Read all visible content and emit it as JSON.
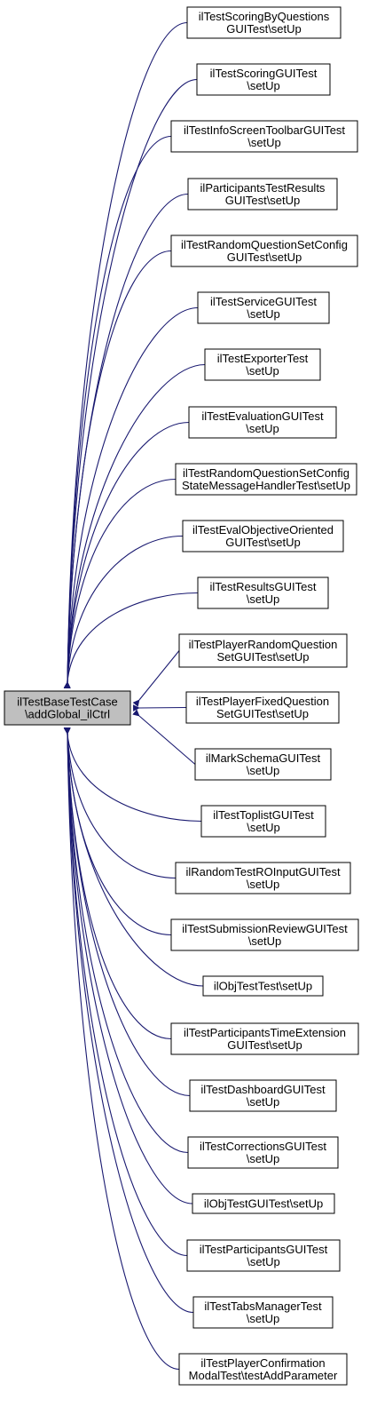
{
  "colors": {
    "edge": "#191970",
    "root_fill": "#bfbfbf",
    "node_fill": "#ffffff",
    "node_stroke": "#000000"
  },
  "root": {
    "lines": [
      "ilTestBaseTestCase",
      "\\addGlobal_ilCtrl"
    ]
  },
  "nodes": [
    {
      "lines": [
        "ilTestScoringByQuestions",
        "GUITest\\setUp"
      ]
    },
    {
      "lines": [
        "ilTestScoringGUITest",
        "\\setUp"
      ]
    },
    {
      "lines": [
        "ilTestInfoScreenToolbarGUITest",
        "\\setUp"
      ]
    },
    {
      "lines": [
        "ilParticipantsTestResults",
        "GUITest\\setUp"
      ]
    },
    {
      "lines": [
        "ilTestRandomQuestionSetConfig",
        "GUITest\\setUp"
      ]
    },
    {
      "lines": [
        "ilTestServiceGUITest",
        "\\setUp"
      ]
    },
    {
      "lines": [
        "ilTestExporterTest",
        "\\setUp"
      ]
    },
    {
      "lines": [
        "ilTestEvaluationGUITest",
        "\\setUp"
      ]
    },
    {
      "lines": [
        "ilTestRandomQuestionSetConfig",
        "StateMessageHandlerTest\\setUp"
      ]
    },
    {
      "lines": [
        "ilTestEvalObjectiveOriented",
        "GUITest\\setUp"
      ]
    },
    {
      "lines": [
        "ilTestResultsGUITest",
        "\\setUp"
      ]
    },
    {
      "lines": [
        "ilTestPlayerRandomQuestion",
        "SetGUITest\\setUp"
      ]
    },
    {
      "lines": [
        "ilTestPlayerFixedQuestion",
        "SetGUITest\\setUp"
      ]
    },
    {
      "lines": [
        "ilMarkSchemaGUITest",
        "\\setUp"
      ]
    },
    {
      "lines": [
        "ilTestToplistGUITest",
        "\\setUp"
      ]
    },
    {
      "lines": [
        "ilRandomTestROInputGUITest",
        "\\setUp"
      ]
    },
    {
      "lines": [
        "ilTestSubmissionReviewGUITest",
        "\\setUp"
      ]
    },
    {
      "lines": [
        "ilObjTestTest\\setUp"
      ]
    },
    {
      "lines": [
        "ilTestParticipantsTimeExtension",
        "GUITest\\setUp"
      ]
    },
    {
      "lines": [
        "ilTestDashboardGUITest",
        "\\setUp"
      ]
    },
    {
      "lines": [
        "ilTestCorrectionsGUITest",
        "\\setUp"
      ]
    },
    {
      "lines": [
        "ilObjTestGUITest\\setUp"
      ]
    },
    {
      "lines": [
        "ilTestParticipantsGUITest",
        "\\setUp"
      ]
    },
    {
      "lines": [
        "ilTestTabsManagerTest",
        "\\setUp"
      ]
    },
    {
      "lines": [
        "ilTestPlayerConfirmation",
        "ModalTest\\testAddParameter"
      ]
    }
  ]
}
